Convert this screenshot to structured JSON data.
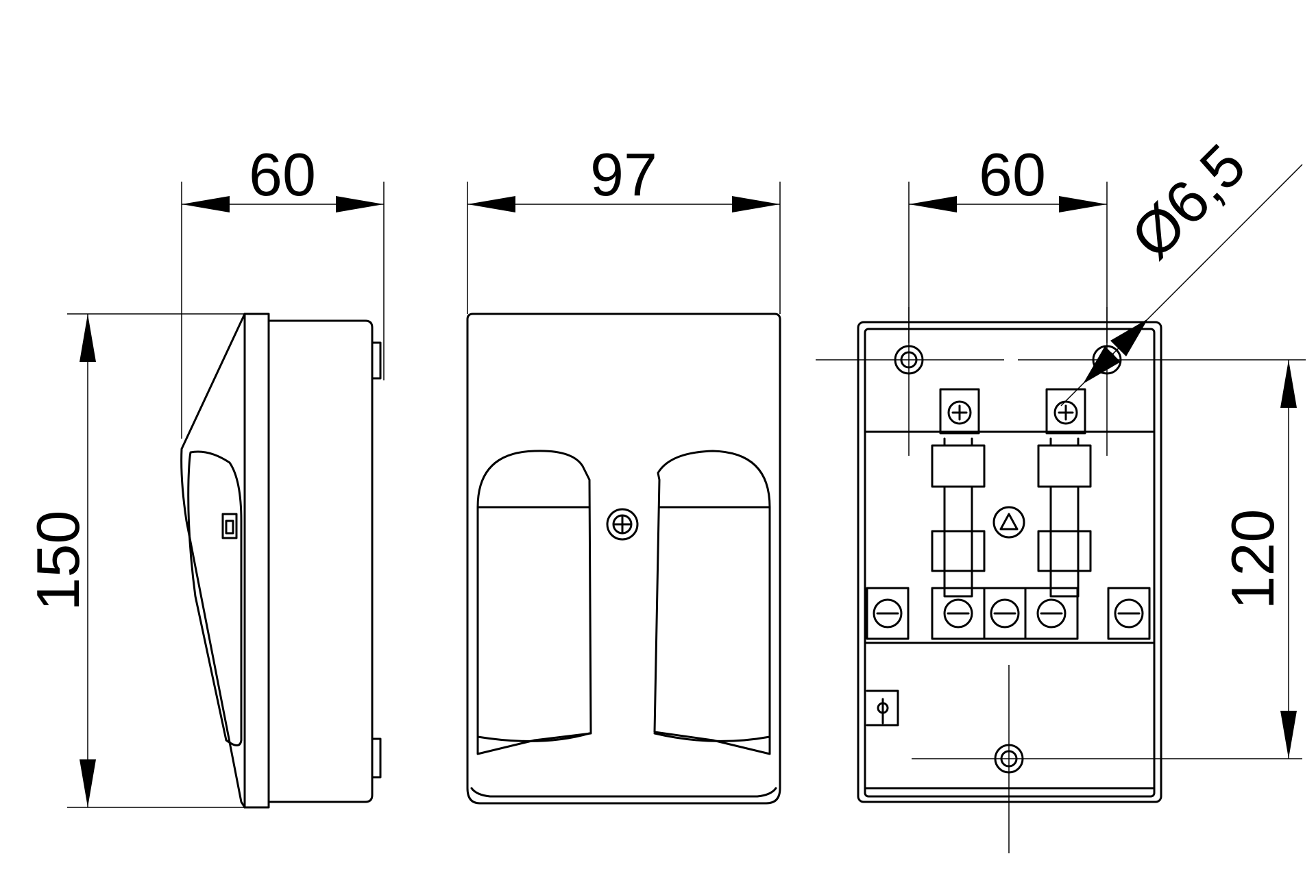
{
  "dimensions": {
    "side_width": "60",
    "front_width": "97",
    "height": "150",
    "hole_spacing_horizontal": "60",
    "hole_diameter": "Ø6,5",
    "hole_spacing_vertical": "120"
  },
  "colors": {
    "line": "#000000",
    "background": "#ffffff"
  }
}
